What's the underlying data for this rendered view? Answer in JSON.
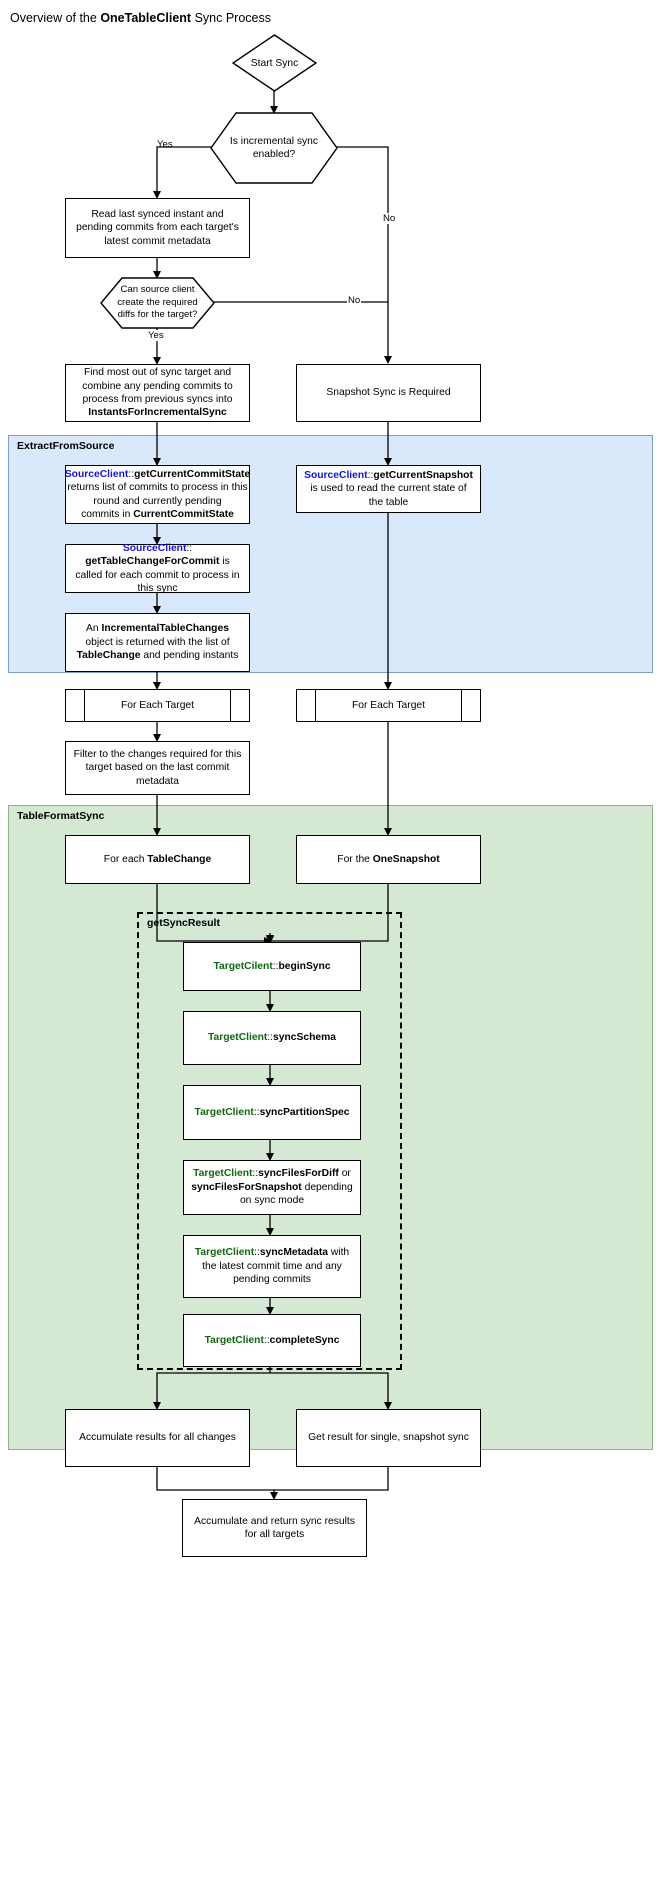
{
  "title": {
    "prefix": "Overview of the ",
    "emphasis": "OneTableClient",
    "suffix": " Sync Process"
  },
  "groups": {
    "extract_from_source": {
      "label": "ExtractFromSource",
      "color": "#dae8fc"
    },
    "table_format_sync": {
      "label": "TableFormatSync",
      "color": "#d5e8d4"
    },
    "get_sync_result": {
      "label": "getSyncResult",
      "style": "dashed"
    }
  },
  "nodes": {
    "start_sync": "Start Sync",
    "is_incremental": "Is incremental sync enabled?",
    "read_last_synced": "Read last synced instant and pending commits from each target's latest commit metadata",
    "can_create_diffs": "Can source client create the required diffs for the target?",
    "find_out_of_sync": {
      "line1": "Find most out of sync target and",
      "line2": "combine any pending commits to",
      "line3": "process from previous syncs into",
      "bold": "InstantsForIncrementalSync"
    },
    "snapshot_required": "Snapshot Sync is Required",
    "get_current_commit_state": {
      "api": "SourceClient",
      "sep": "::",
      "method": "getCurrentCommitState",
      "body1": "returns list of commits to process in this",
      "body2": "round and currently pending",
      "body3": "commits in ",
      "bold": "CurrentCommitState"
    },
    "get_current_snapshot": {
      "api": "SourceClient",
      "sep": "::",
      "method": "getCurrentSnapshot",
      "body": " is used to read the current state of the table"
    },
    "get_table_change_for_commit": {
      "api": "SourceClient",
      "sep": "::",
      "method": "getTableChangeForCommit",
      "body": " is called for each commit to process in this sync"
    },
    "incremental_table_changes": {
      "pre": "An ",
      "bold1": "IncrementalTableChanges",
      "mid": " object is returned with the list of ",
      "bold2": "TableChange",
      "post": " and pending instants"
    },
    "for_each_target_left": "For Each Target",
    "for_each_target_right": "For Each Target",
    "filter_changes": "Filter to the changes required for this target based on the last commit metadata",
    "for_each_table_change": {
      "pre": "For each ",
      "bold": "TableChange"
    },
    "for_the_one_snapshot": {
      "pre": "For the ",
      "bold": "OneSnapshot"
    },
    "begin_sync": {
      "api": "TargetCilent",
      "sep": "::",
      "method": "beginSync"
    },
    "sync_schema": {
      "api": "TargetClient",
      "sep": "::",
      "method": "syncSchema"
    },
    "sync_partition_spec": {
      "api": "TargetClient",
      "sep": "::",
      "method": "syncPartitionSpec"
    },
    "sync_files": {
      "api": "TargetClient",
      "sep": "::",
      "method": "syncFilesForDiff",
      "mid": " or ",
      "bold2": "syncFilesForSnapshot",
      "post": " depending on sync mode"
    },
    "sync_metadata": {
      "api": "TargetClient",
      "sep": "::",
      "method": "syncMetadata",
      "post": " with the latest commit time and any pending commits"
    },
    "complete_sync": {
      "api": "TargetClient",
      "sep": "::",
      "method": "completeSync"
    },
    "accumulate_results": "Accumulate results for all changes",
    "get_result_snapshot": "Get result for single, snapshot sync",
    "accumulate_and_return": "Accumulate and return sync results for all targets"
  },
  "edge_labels": {
    "incremental_yes": "Yes",
    "incremental_no": "No",
    "diffs_yes": "Yes",
    "diffs_no": "No"
  },
  "colors": {
    "source_client": "#1414d2",
    "target_client": "#116611",
    "extract_bg": "#dae8fc",
    "tfs_bg": "#d5e8d4",
    "stroke": "#000000"
  }
}
